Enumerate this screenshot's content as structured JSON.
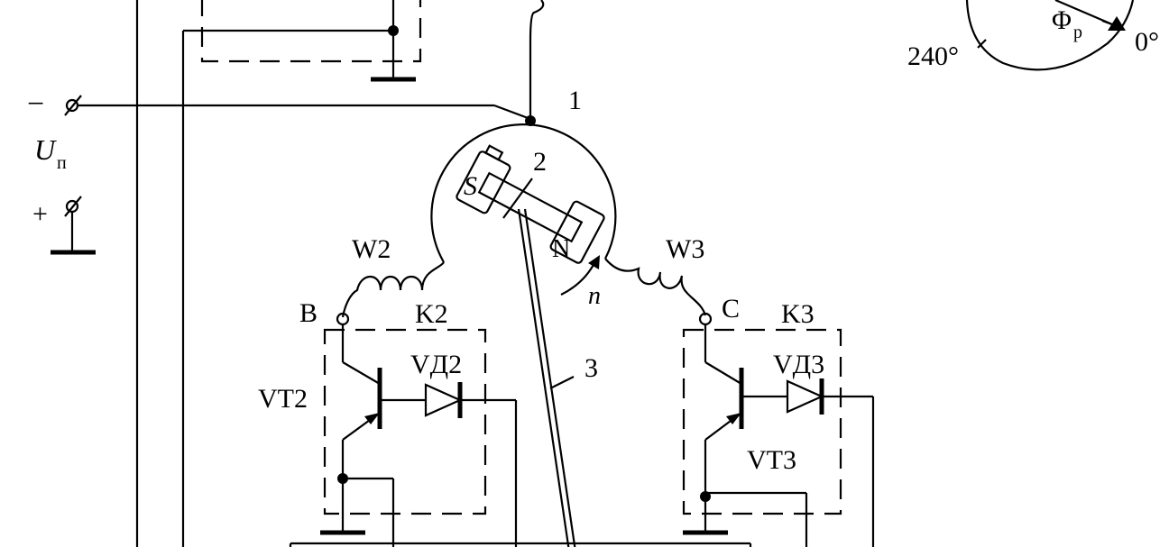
{
  "labels": {
    "node_1": "1",
    "rotor_2": "2",
    "shaft_3": "3",
    "pole_s": "S",
    "pole_n": "N",
    "speed": "n",
    "coil_w2": "W2",
    "coil_w3": "W3",
    "terminal_b": "B",
    "terminal_c": "C",
    "key_k2": "K2",
    "key_k3": "K3",
    "transistor_vt2": "VT2",
    "transistor_vt3": "VT3",
    "diode_vd2": "VД2",
    "diode_vd3": "VД3",
    "supply_voltage": "U",
    "supply_voltage_sub": "п",
    "supply_minus": "−",
    "supply_plus": "+",
    "angle_240": "240°",
    "angle_0": "0°",
    "flux": "Φ",
    "flux_sub": "р"
  }
}
